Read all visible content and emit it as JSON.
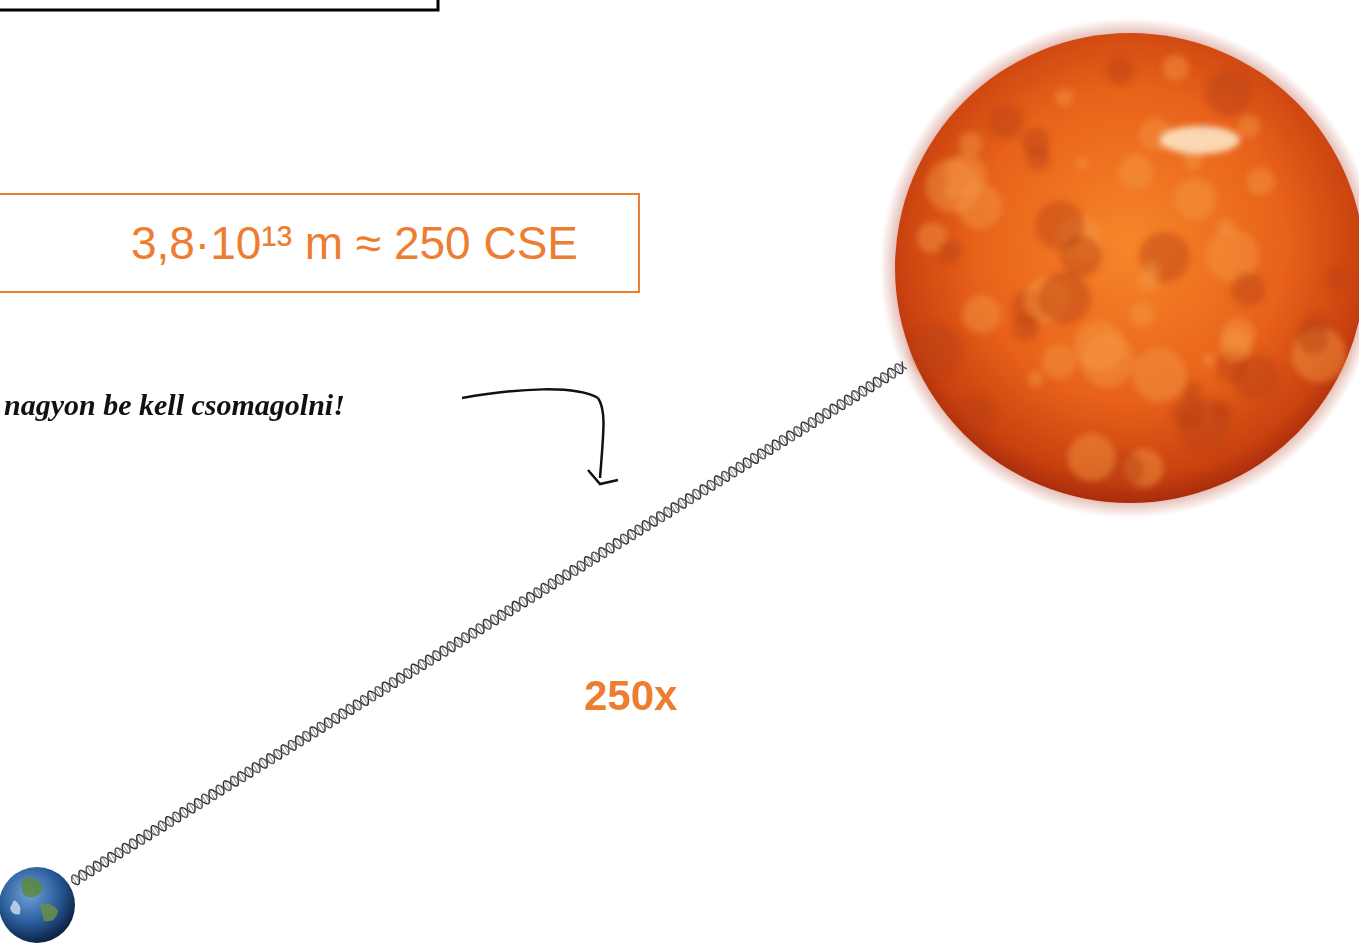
{
  "diagram": {
    "nodes": [
      {
        "text": [
          "3,8·10¹³ m ≈ 250 CSE"
        ]
      }
    ],
    "labels": [
      "nagyon be kell csomagolni!",
      "250x"
    ]
  }
}
